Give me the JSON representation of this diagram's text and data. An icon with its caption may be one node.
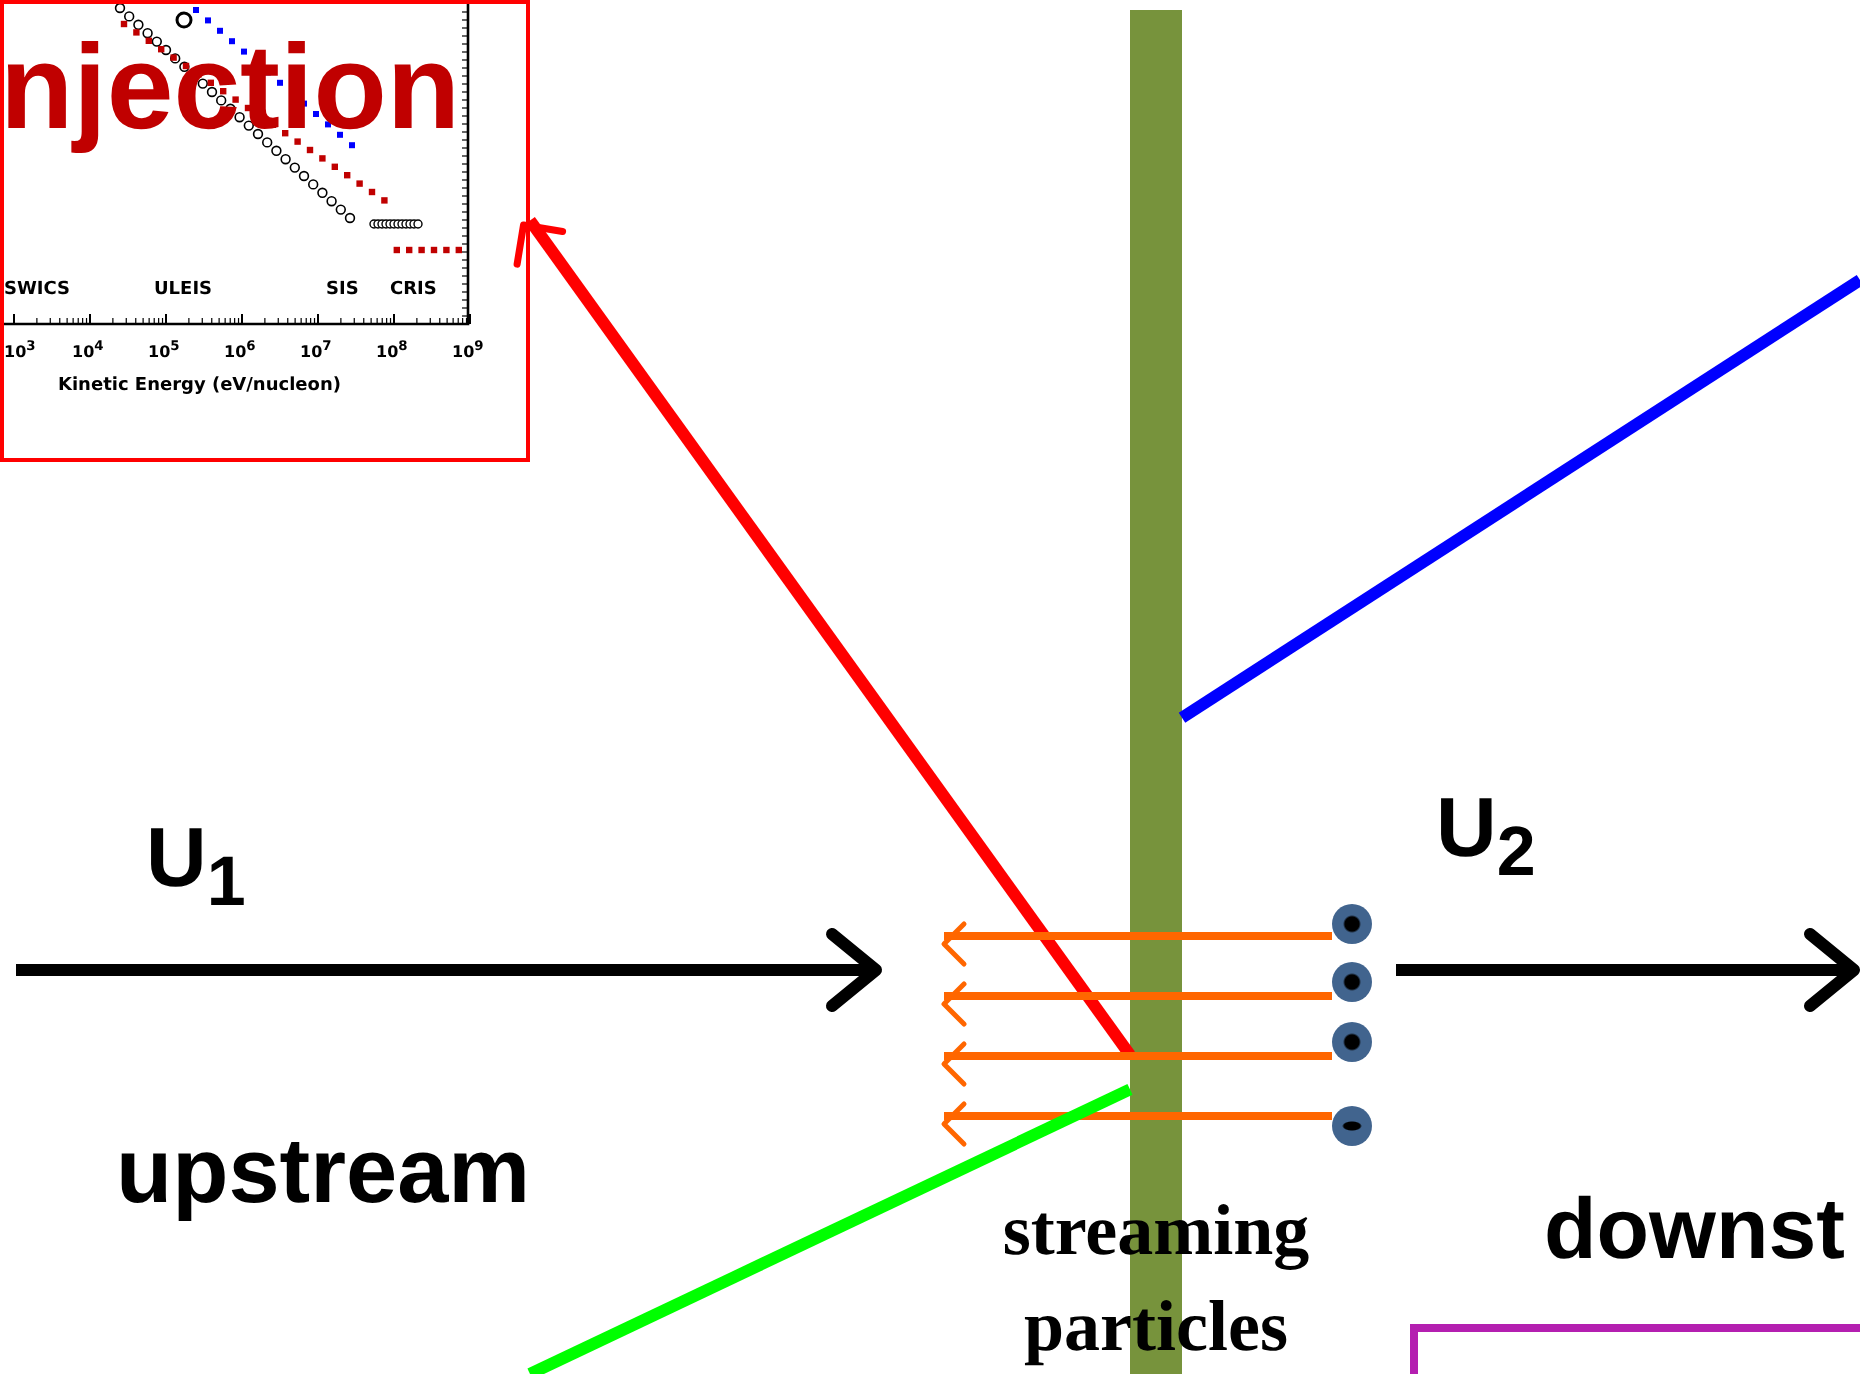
{
  "diagram": {
    "nodes": [
      {
        "text": [
          "njection"
        ]
      },
      {
        "text": [
          "streaming particles"
        ]
      },
      {
        "text": [],
        "shape": "circle"
      },
      {
        "text": [],
        "shape": "circle"
      },
      {
        "text": [],
        "shape": "circle"
      },
      {
        "text": [],
        "shape": "circle"
      },
      {
        "text": [],
        "shape": "box"
      }
    ],
    "edges": [
      {
        "from": 1,
        "to": 0,
        "arrow": "to",
        "color": "#ff0000"
      },
      {
        "from": 2,
        "to": null,
        "arrow": "to",
        "color": "#ff6600"
      },
      {
        "from": 3,
        "to": null,
        "arrow": "to",
        "color": "#ff6600"
      },
      {
        "from": 4,
        "to": null,
        "arrow": "to",
        "color": "#ff6600"
      },
      {
        "from": 5,
        "to": null,
        "arrow": "to",
        "color": "#ff6600"
      },
      {
        "from": 1,
        "to": null,
        "arrow": "none",
        "color": "#00ff00"
      },
      {
        "from": 1,
        "to": null,
        "arrow": "none",
        "color": "#0000ff"
      }
    ],
    "labels": [
      "SWICS",
      "ULEIS",
      "SIS",
      "CRIS",
      "10$^{3}$",
      "10$^{4}$",
      "10$^{5}$",
      "10$^{6}$",
      "10$^{7}$",
      "10$^{8}$",
      "10$^{9}$",
      "Kinetic Energy (eV/nucleon)",
      "U$_{1}$",
      "U$_{2}$",
      "upstream",
      "downst"
    ]
  }
}
